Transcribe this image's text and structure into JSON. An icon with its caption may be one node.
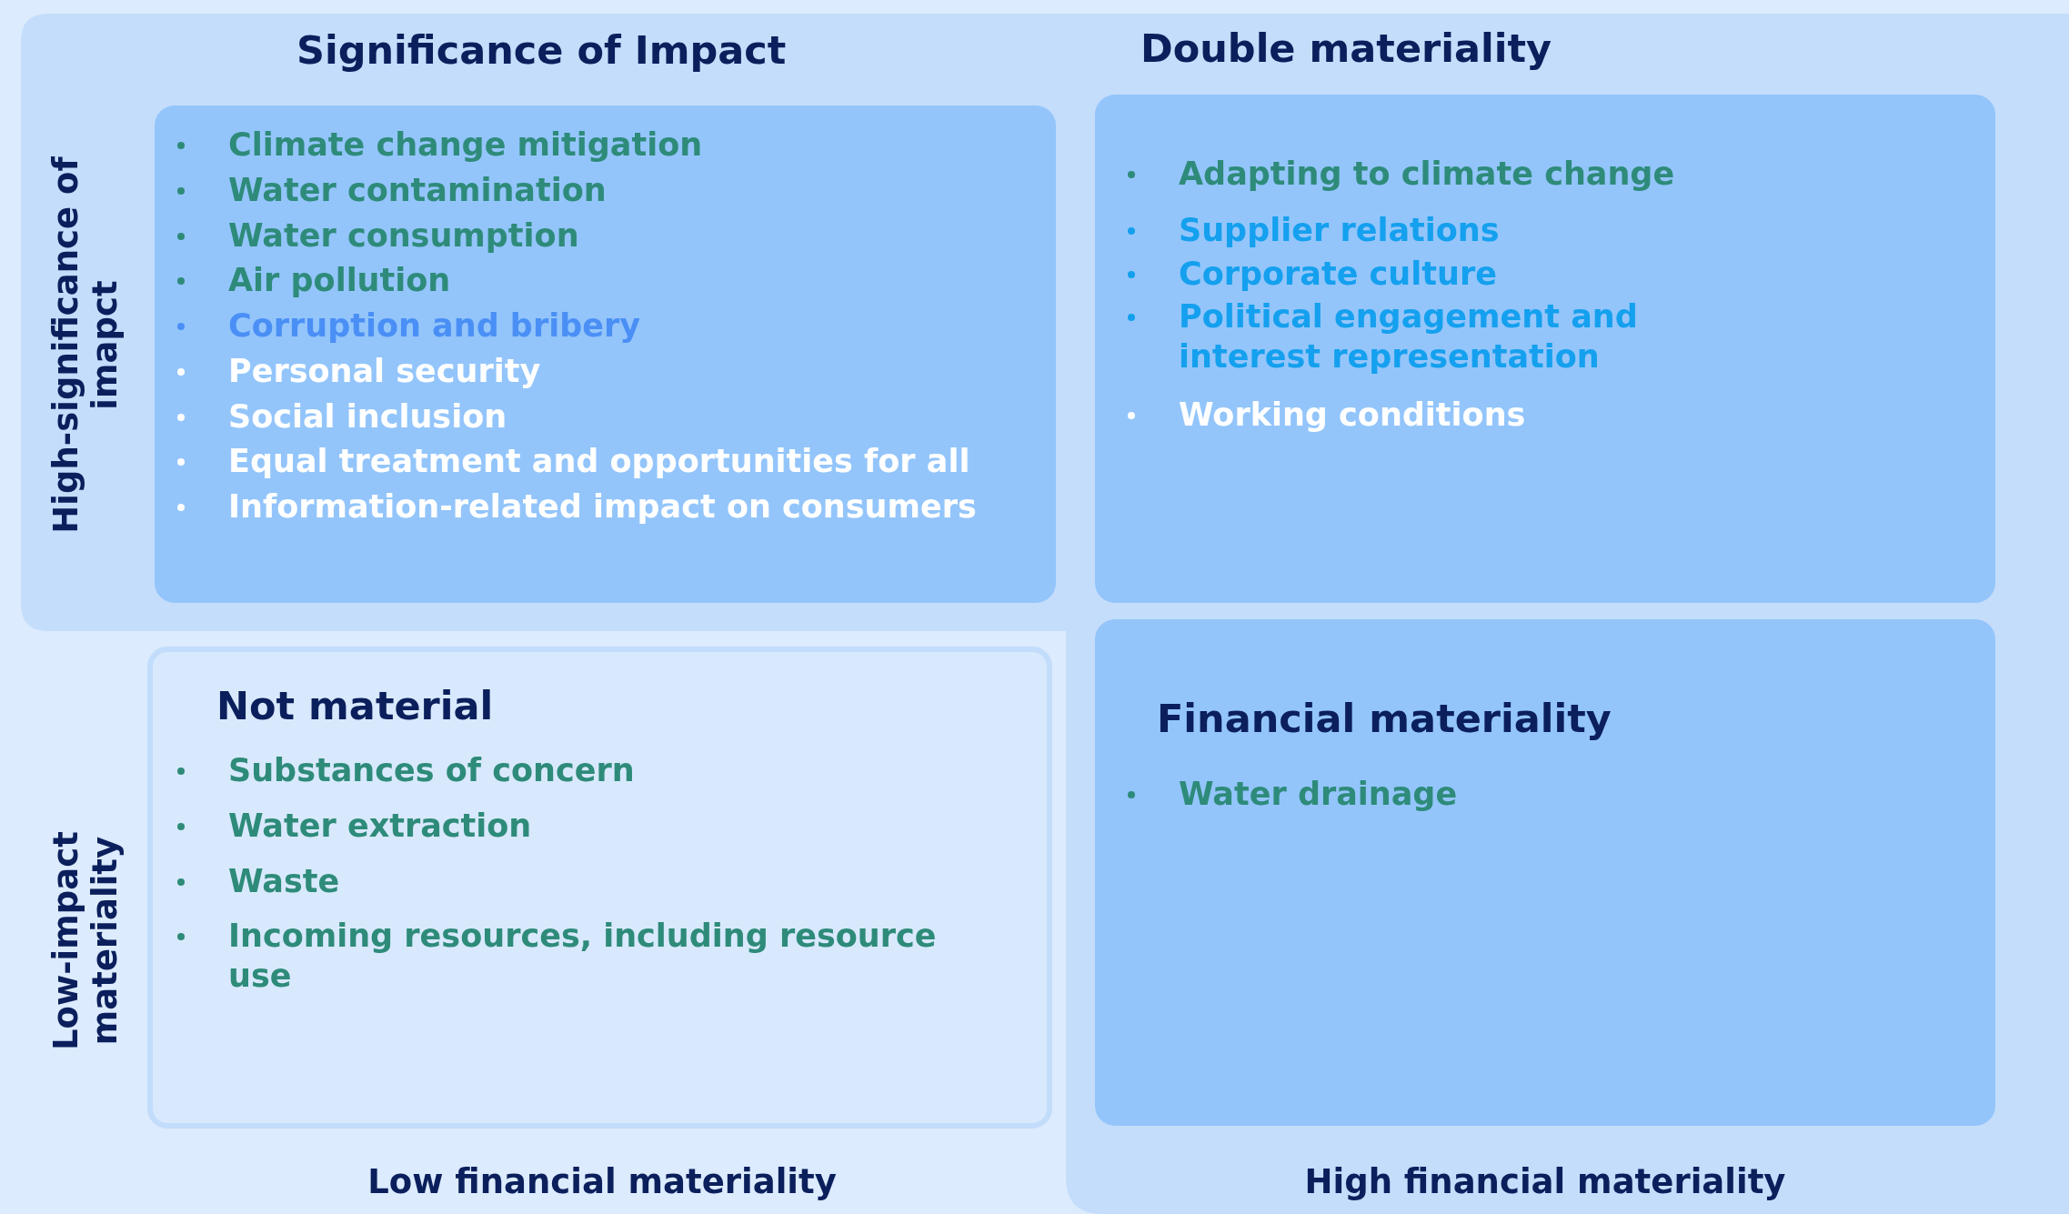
{
  "diagram": {
    "nodes": [
      {
        "text": [
          "Significance of Impact",
          "Climate change mitigation",
          "Water contamination",
          "Water consumption",
          "Air pollution",
          "Corruption and bribery",
          "Personal security",
          "Social inclusion",
          "Equal treatment and  opportunities for all",
          "Information-related impact on consumers"
        ]
      },
      {
        "text": [
          "Double materiality",
          "Adapting to climate change",
          "Supplier relations",
          "Corporate culture",
          "Political engagement and interest representation",
          "Working conditions"
        ]
      },
      {
        "text": [
          "Not material",
          "Substances of concern",
          "Water extraction",
          "Waste",
          "Incoming resources, including resource use"
        ]
      },
      {
        "text": [
          "Financial materiality",
          "Water drainage"
        ]
      }
    ],
    "labels": [
      "High-significance of imapct",
      "Low-impact materiality",
      "Low financial materiality",
      "High financial materiality"
    ]
  }
}
